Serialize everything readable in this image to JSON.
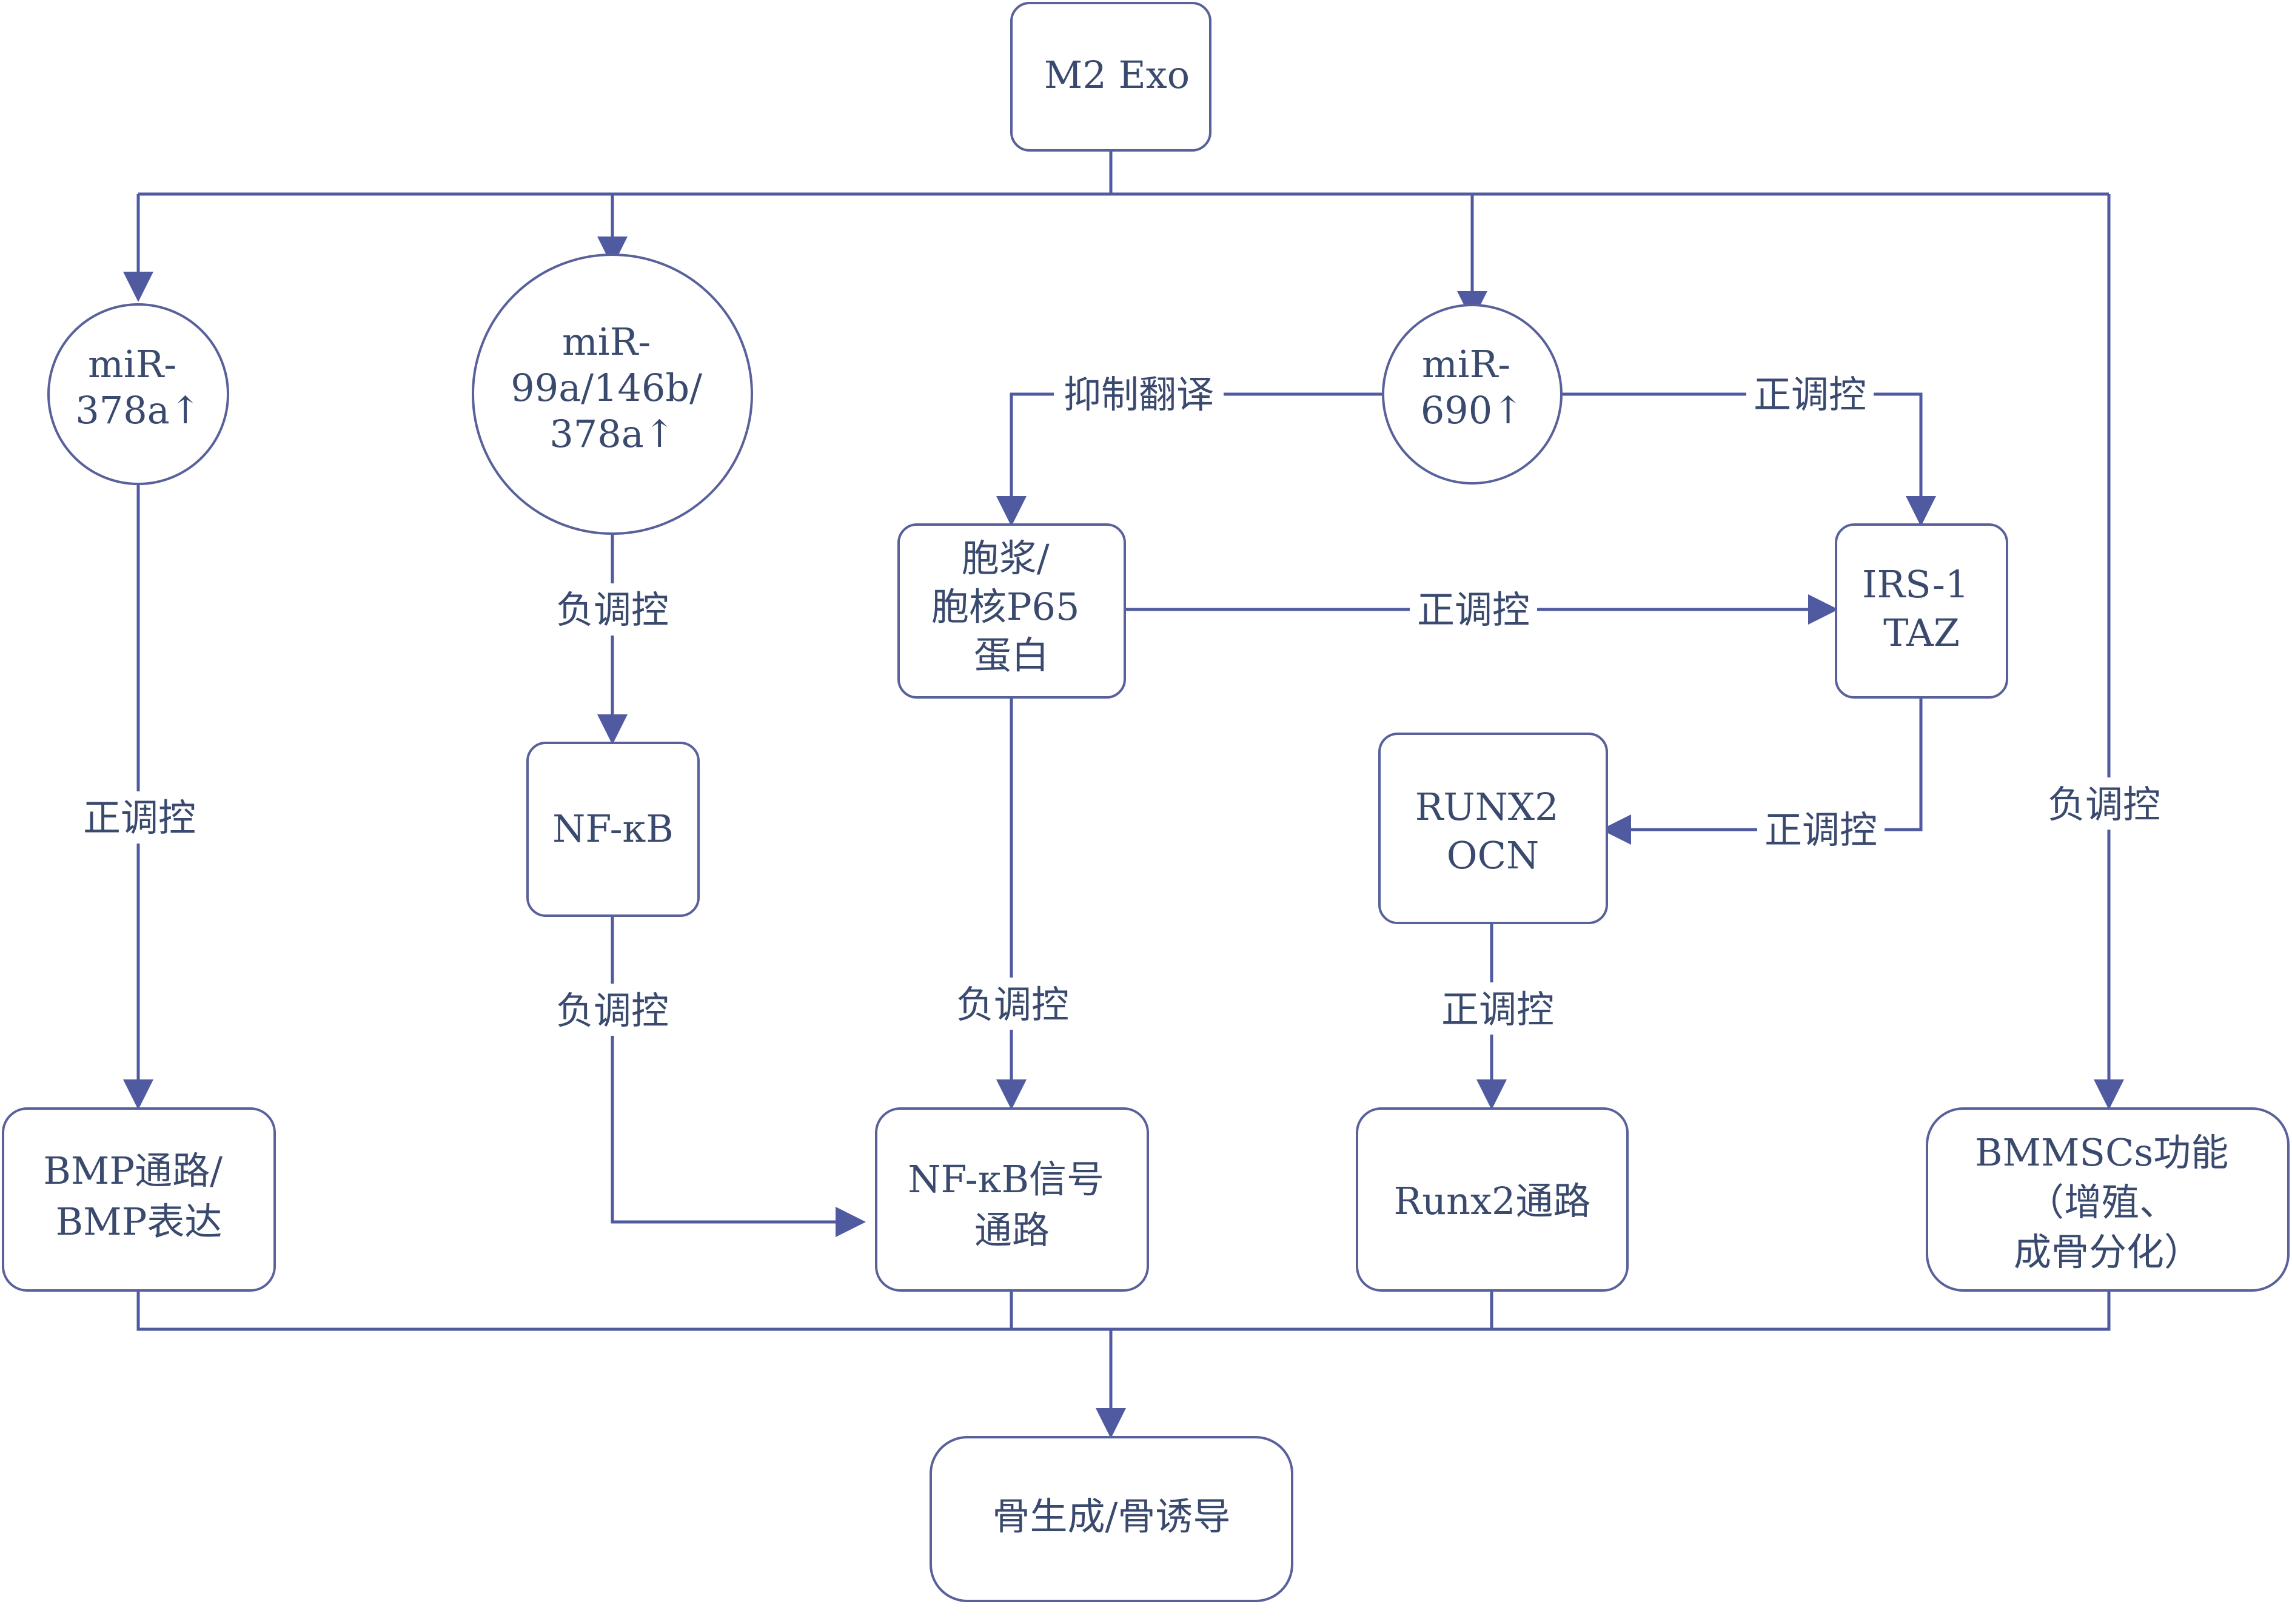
{
  "nodes": {
    "m2exo": [
      "M2 Exo"
    ],
    "mir378a": [
      "miR-",
      "378a↑"
    ],
    "mir99a": [
      "miR-",
      "99a/146b/",
      "378a↑"
    ],
    "mir690": [
      "miR-",
      "690↑"
    ],
    "p65": [
      "胞浆/",
      "胞核P65",
      "蛋白"
    ],
    "irs1": [
      "IRS-1",
      "TAZ"
    ],
    "nfkb": [
      "NF-κB"
    ],
    "runx2ocn": [
      "RUNX2",
      "OCN"
    ],
    "bmp": [
      "BMP通路/",
      "BMP表达"
    ],
    "nfkbpath": [
      "NF-κB信号",
      "通路"
    ],
    "runx2path": [
      "Runx2通路"
    ],
    "bmmsc": [
      "BMMSCs功能",
      "（增殖、",
      "成骨分化）"
    ],
    "bone": [
      "骨生成/骨诱导"
    ]
  },
  "edge_labels": {
    "mir378a_to_bmp": "正调控",
    "mir99a_to_nfkb": "负调控",
    "nfkb_to_path": "负调控",
    "p65_to_path": "负调控",
    "mir690_to_p65": "抑制翻译",
    "mir690_to_irs1": "正调控",
    "p65_to_irs1": "正调控",
    "irs1_to_runx2": "正调控",
    "runx2_to_path": "正调控",
    "m2exo_to_bmmsc": "负调控"
  },
  "colors": {
    "line": "#4f5aa0",
    "box_border": "#58619a",
    "text": "#3a4a6e"
  }
}
